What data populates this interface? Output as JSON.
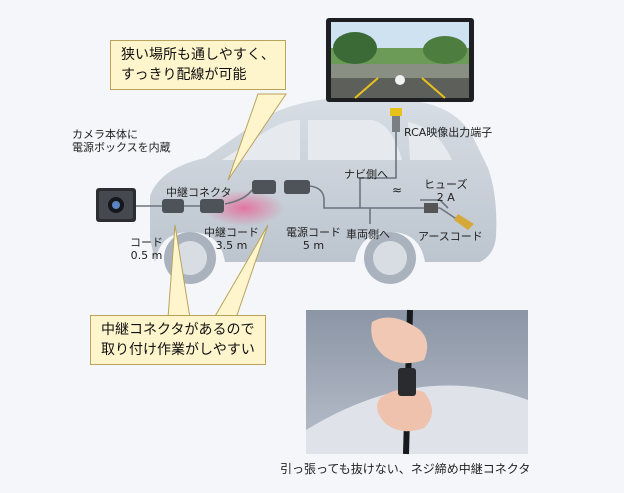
{
  "callouts": {
    "top": [
      "狭い場所も通しやすく、",
      "すっきり配線が可能"
    ],
    "bottom": [
      "中継コネクタがあるので",
      "取り付け作業がしやすい"
    ]
  },
  "labels": {
    "camera_body": [
      "カメラ本体に",
      "電源ボックスを内蔵"
    ],
    "relay_connector": "中継コネクタ",
    "cord_short": [
      "コード",
      "0.5 m"
    ],
    "relay_cord": [
      "中継コード",
      "3.5 m"
    ],
    "power_cord": [
      "電源コード",
      "5 m"
    ],
    "navi_side": "ナビ側へ",
    "vehicle_side": "車両側へ",
    "rca": "RCA映像出力端子",
    "fuse": [
      "ヒューズ",
      "2 A"
    ],
    "ground_cord": "アースコード",
    "wave": "≈"
  },
  "photo_caption": "引っ張っても抜けない、ネジ締め中継コネクタ",
  "colors": {
    "callout_bg": "#fff5cc",
    "callout_border": "#b9a35a",
    "car": "#c4ccd6",
    "glow": "#e66c9a",
    "rca_tip": "#e8c21a"
  }
}
